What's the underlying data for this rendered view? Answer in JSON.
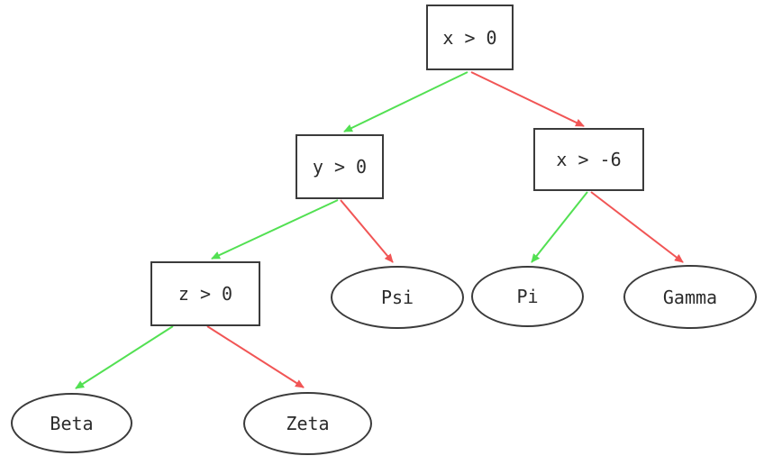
{
  "diagram": {
    "type": "decision-tree",
    "background_color": "#ffffff",
    "colors": {
      "true_branch": "#52e052",
      "false_branch": "#f15555",
      "node_border": "#3b3b3b",
      "node_text": "#2b2b2b"
    },
    "nodes": {
      "root": {
        "label": "x > 0",
        "shape": "rect",
        "kind": "decision"
      },
      "y0": {
        "label": "y > 0",
        "shape": "rect",
        "kind": "decision"
      },
      "xneg6": {
        "label": "x > -6",
        "shape": "rect",
        "kind": "decision"
      },
      "z0": {
        "label": "z > 0",
        "shape": "rect",
        "kind": "decision"
      },
      "psi": {
        "label": "Psi",
        "shape": "ellipse",
        "kind": "leaf"
      },
      "pi": {
        "label": "Pi",
        "shape": "ellipse",
        "kind": "leaf"
      },
      "gamma": {
        "label": "Gamma",
        "shape": "ellipse",
        "kind": "leaf"
      },
      "beta": {
        "label": "Beta",
        "shape": "ellipse",
        "kind": "leaf"
      },
      "zeta": {
        "label": "Zeta",
        "shape": "ellipse",
        "kind": "leaf"
      }
    },
    "edges": [
      {
        "from": "root",
        "to": "y0",
        "branch": "true",
        "color": "#52e052"
      },
      {
        "from": "root",
        "to": "xneg6",
        "branch": "false",
        "color": "#f15555"
      },
      {
        "from": "y0",
        "to": "z0",
        "branch": "true",
        "color": "#52e052"
      },
      {
        "from": "y0",
        "to": "psi",
        "branch": "false",
        "color": "#f15555"
      },
      {
        "from": "xneg6",
        "to": "pi",
        "branch": "true",
        "color": "#52e052"
      },
      {
        "from": "xneg6",
        "to": "gamma",
        "branch": "false",
        "color": "#f15555"
      },
      {
        "from": "z0",
        "to": "beta",
        "branch": "true",
        "color": "#52e052"
      },
      {
        "from": "z0",
        "to": "zeta",
        "branch": "false",
        "color": "#f15555"
      }
    ]
  }
}
